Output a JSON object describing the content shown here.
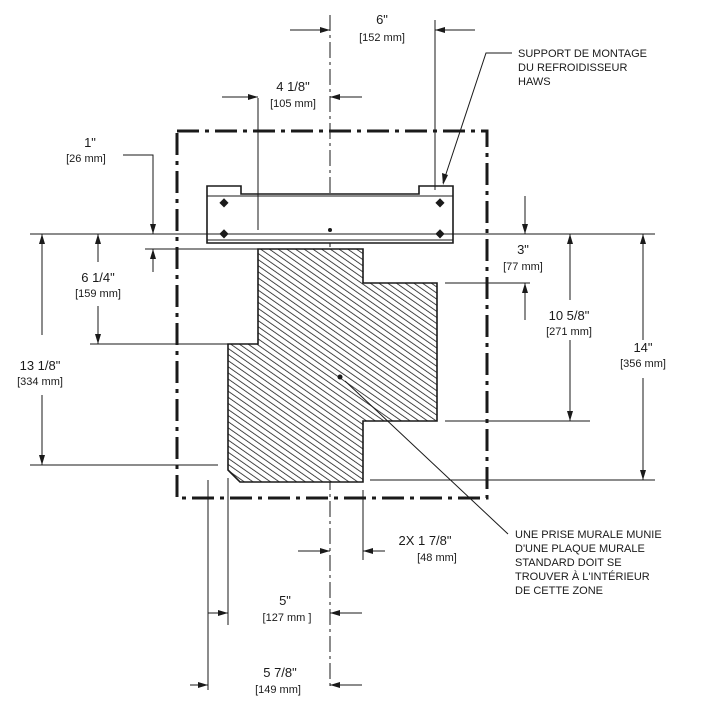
{
  "dimensions": {
    "width_6": {
      "main": "6\"",
      "mm": "[152 mm]"
    },
    "offset_4_1_8": {
      "main": "4 1/8\"",
      "mm": "[105 mm]"
    },
    "gap_1": {
      "main": "1\"",
      "mm": "[26 mm]"
    },
    "height_6_1_4": {
      "main": "6 1/4\"",
      "mm": "[159 mm]"
    },
    "height_13_1_8": {
      "main": "13 1/8\"",
      "mm": "[334 mm]"
    },
    "gap_3": {
      "main": "3\"",
      "mm": "[77 mm]"
    },
    "height_10_5_8": {
      "main": "10 5/8\"",
      "mm": "[271 mm]"
    },
    "height_14": {
      "main": "14\"",
      "mm": "[356 mm]"
    },
    "width_2x_1_7_8": {
      "main": "2X  1 7/8\"",
      "mm": "[48 mm]"
    },
    "width_5": {
      "main": "5\"",
      "mm": "[127 mm ]"
    },
    "width_5_7_8": {
      "main": "5 7/8\"",
      "mm": "[149 mm]"
    }
  },
  "notes": {
    "bracket": [
      "SUPPORT DE MONTAGE",
      "DU REFROIDISSEUR",
      "HAWS"
    ],
    "outlet": [
      "UNE PRISE MURALE MUNIE",
      "D'UNE PLAQUE MURALE",
      "STANDARD DOIT SE",
      "TROUVER À L'INTÉRIEUR",
      "DE CETTE ZONE"
    ]
  }
}
